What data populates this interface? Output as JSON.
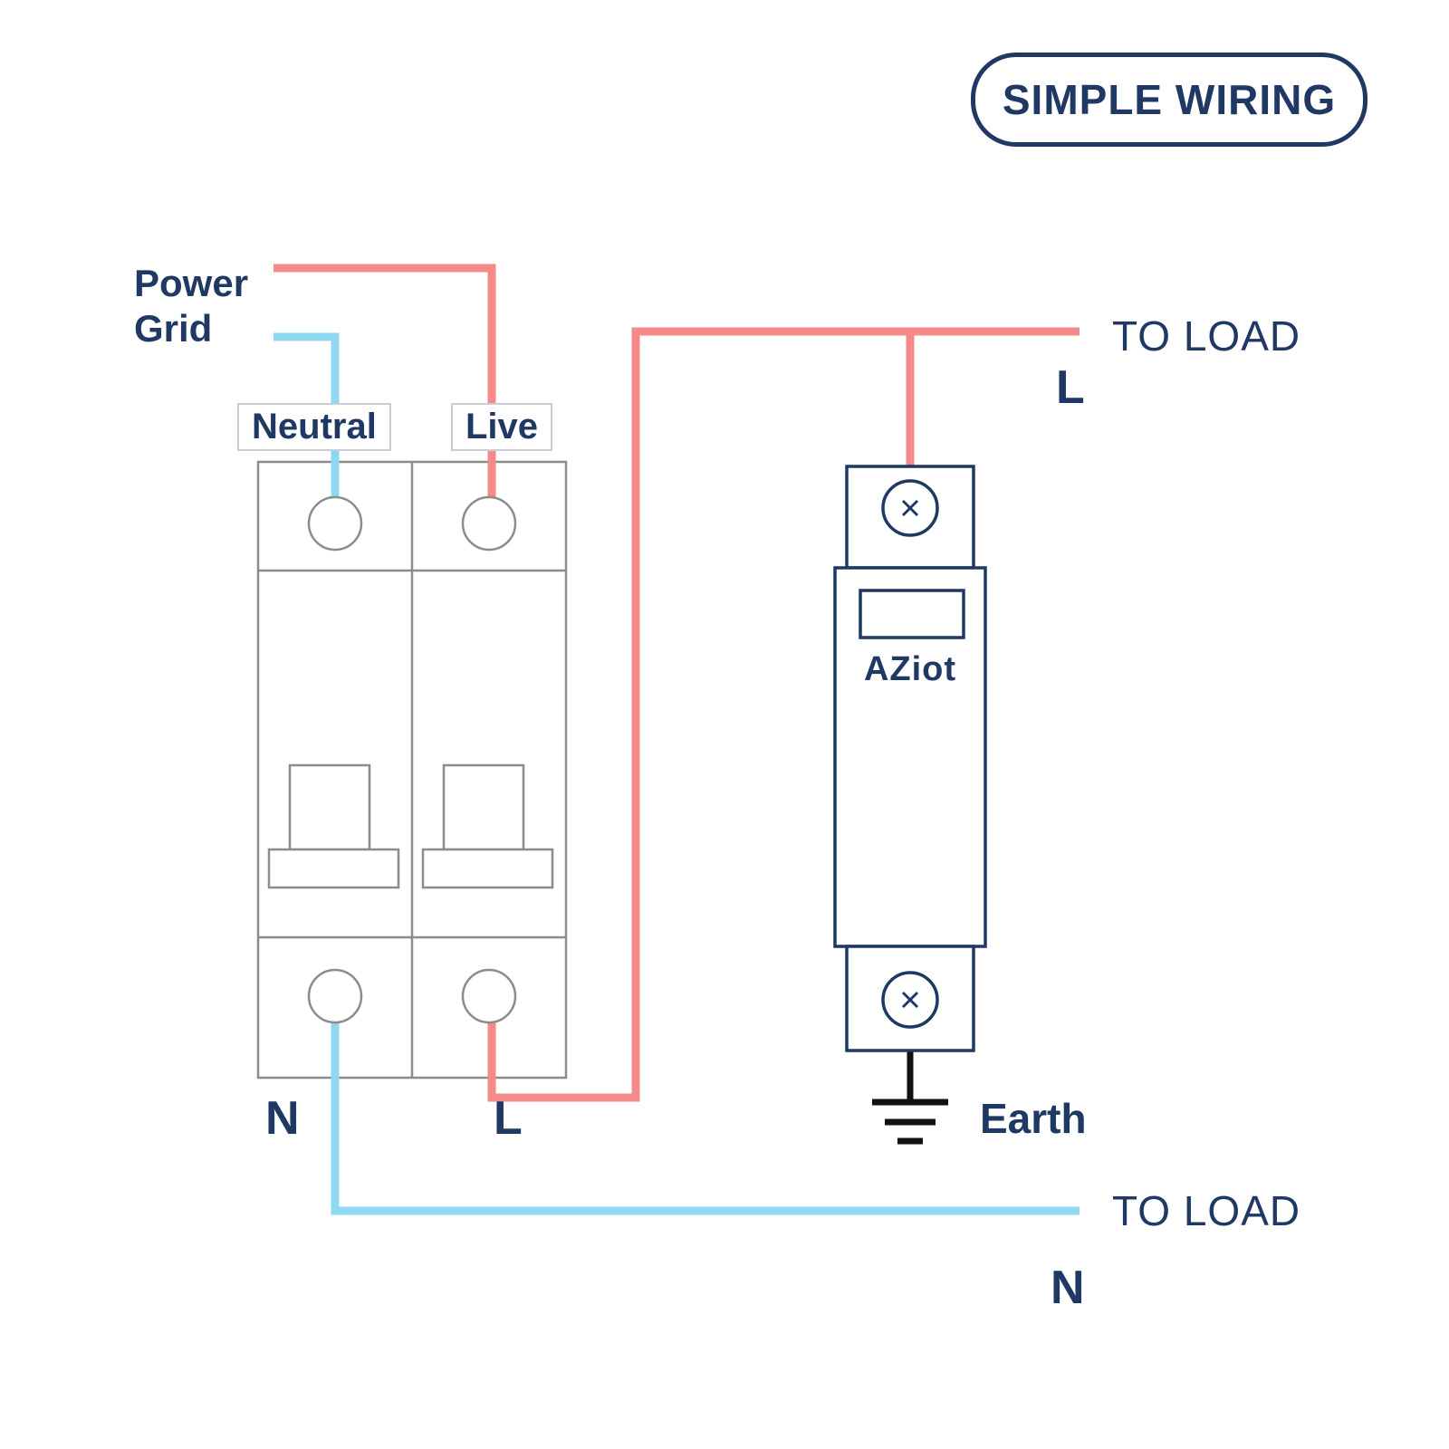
{
  "title_badge": "SIMPLE WIRING",
  "source": {
    "line1": "Power",
    "line2": "Grid"
  },
  "breaker": {
    "neutral_label": "Neutral",
    "live_label": "Live",
    "n_terminal": "N",
    "l_terminal": "L"
  },
  "spd": {
    "brand": "AZiot",
    "earth_label": "Earth"
  },
  "load_top": {
    "text": "TO LOAD",
    "phase": "L"
  },
  "load_bottom": {
    "text": "TO LOAD",
    "phase": "N"
  },
  "colors": {
    "navy": "#1F3864",
    "live_red": "#F58A8A",
    "neutral_blue": "#8FD8F2",
    "device_gray": "#8C8C8C",
    "earth_black": "#111111"
  }
}
